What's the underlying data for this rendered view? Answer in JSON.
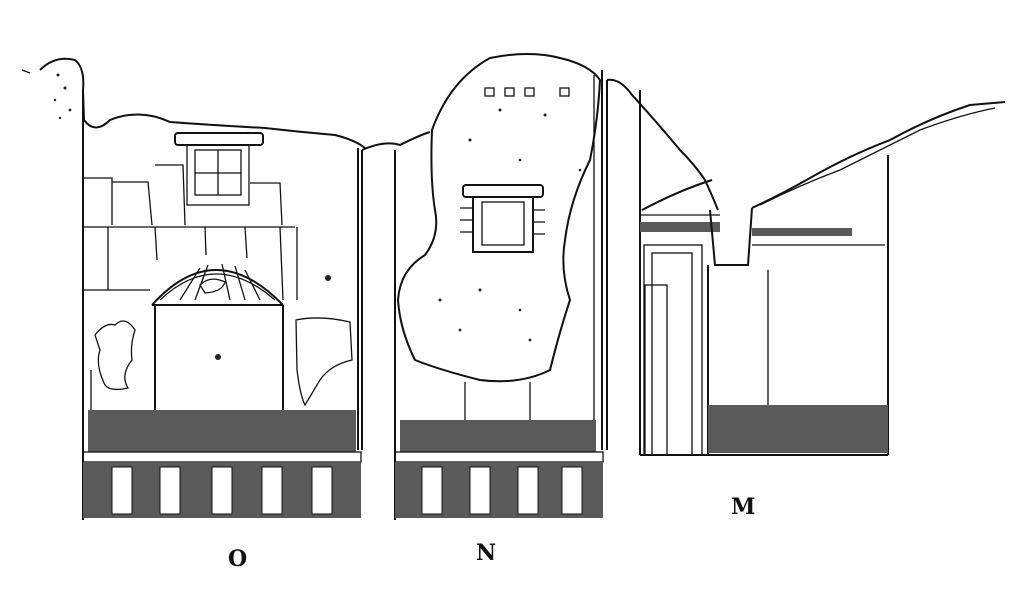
{
  "figure": {
    "type": "architectural-elevation",
    "description": "Line drawing of wall elevations of three rooms with painted decoration, niches, dado and pedestal bands",
    "panels": [
      {
        "id": "O",
        "label": "O",
        "features": [
          "aedicula shrine niche with arched top",
          "small framed window above",
          "masonry blocks",
          "striped dado",
          "five pedestal panels"
        ]
      },
      {
        "id": "N",
        "label": "N",
        "features": [
          "irregular plaster fragment",
          "small framed window",
          "row of four small openings",
          "striped dado",
          "four pedestal panels"
        ]
      },
      {
        "id": "M",
        "label": "M",
        "features": [
          "doorway with moulded frame",
          "vaulted corner",
          "sloping broken wall top",
          "striped dado"
        ]
      }
    ]
  },
  "labels": {
    "O": "O",
    "N": "N",
    "M": "M"
  },
  "colors": {
    "line": "#111111",
    "dado": "#5a5a5a",
    "background": "#ffffff"
  }
}
